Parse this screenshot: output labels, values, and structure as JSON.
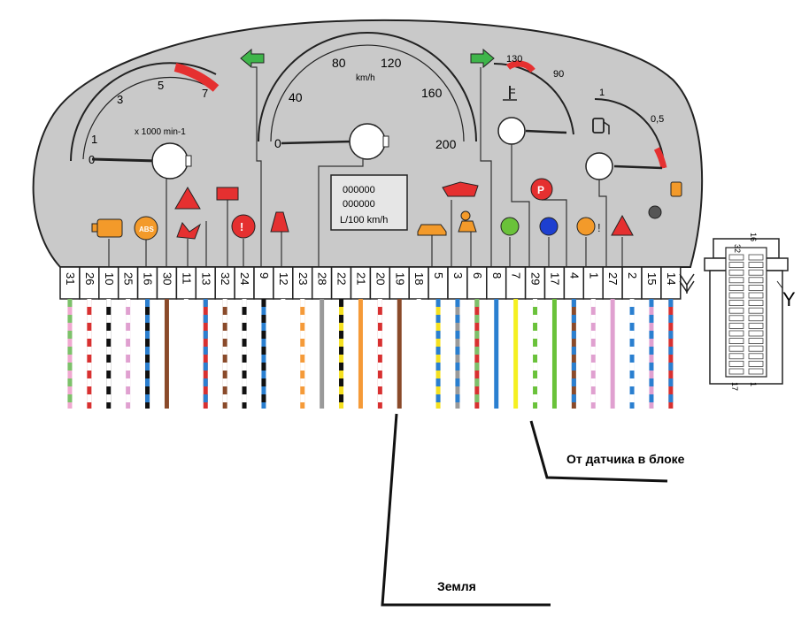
{
  "colors": {
    "panel": "#c9c9c9",
    "outline": "#222222",
    "redzone": "#e53030",
    "arrow_green": "#3fb54a"
  },
  "tachometer": {
    "ticks": [
      "0",
      "1",
      "3",
      "5",
      "7"
    ],
    "unit": "x 1000 min-1"
  },
  "speedometer": {
    "ticks": [
      "0",
      "40",
      "80",
      "120",
      "160",
      "200"
    ],
    "unit": "km/h"
  },
  "temperature": {
    "ticks": [
      "130",
      "90"
    ]
  },
  "fuel": {
    "ticks": [
      "1",
      "0,5"
    ]
  },
  "display": {
    "lines": [
      "000000",
      "000000",
      "L/100 km/h"
    ]
  },
  "pins": [
    "31",
    "26",
    "10",
    "25",
    "16",
    "30",
    "11",
    "13",
    "32",
    "24",
    "9",
    "12",
    "23",
    "28",
    "22",
    "21",
    "20",
    "19",
    "18",
    "5",
    "3",
    "6",
    "8",
    "7",
    "29",
    "17",
    "4",
    "1",
    "27",
    "2",
    "15",
    "14"
  ],
  "wires": [
    {
      "c1": "#f0a8d0",
      "c2": "#7cc16a"
    },
    {
      "c1": "#d83030",
      "c2": "#ffffff"
    },
    {
      "c1": "#111111",
      "c2": "#ffffff"
    },
    {
      "c1": "#e0a0d0",
      "c2": "#ffffff"
    },
    {
      "c1": "#111111",
      "c2": "#2a7fd0"
    },
    {
      "c1": "#8a4a2a",
      "c2": "#8a4a2a"
    },
    {
      "c1": "#ffffff",
      "c2": "#ffffff"
    },
    {
      "c1": "#d83030",
      "c2": "#2a7fd0"
    },
    {
      "c1": "#8a4a2a",
      "c2": "#ffffff"
    },
    {
      "c1": "#111111",
      "c2": "#ffffff"
    },
    {
      "c1": "#2a7fd0",
      "c2": "#111111"
    },
    {
      "c1": "#ffffff",
      "c2": "#ffffff"
    },
    {
      "c1": "#f59a38",
      "c2": "#ffffff"
    },
    {
      "c1": "#9a9a9a",
      "c2": "#9a9a9a"
    },
    {
      "c1": "#f5e020",
      "c2": "#111111"
    },
    {
      "c1": "#f59a38",
      "c2": "#f59a38"
    },
    {
      "c1": "#d83030",
      "c2": "#ffffff"
    },
    {
      "c1": "#8a4a2a",
      "c2": "#8a4a2a"
    },
    {
      "c1": "#ffffff",
      "c2": "#ffffff"
    },
    {
      "c1": "#f5e020",
      "c2": "#2a7fd0"
    },
    {
      "c1": "#9a9a9a",
      "c2": "#2a7fd0"
    },
    {
      "c1": "#d83030",
      "c2": "#7cc16a"
    },
    {
      "c1": "#2a7fd0",
      "c2": "#2a7fd0"
    },
    {
      "c1": "#f5f020",
      "c2": "#f5f020"
    },
    {
      "c1": "#6ac23a",
      "c2": "#ffffff"
    },
    {
      "c1": "#6ac23a",
      "c2": "#6ac23a"
    },
    {
      "c1": "#8a4a2a",
      "c2": "#2a7fd0"
    },
    {
      "c1": "#e0a0d0",
      "c2": "#ffffff"
    },
    {
      "c1": "#e0a0d0",
      "c2": "#e0a0d0"
    },
    {
      "c1": "#2a7fd0",
      "c2": "#ffffff"
    },
    {
      "c1": "#e0a0d0",
      "c2": "#2a7fd0"
    },
    {
      "c1": "#d83030",
      "c2": "#2a7fd0"
    }
  ],
  "connector": {
    "top_left": "32",
    "top_right": "16",
    "bottom_left": "17",
    "bottom_right": "1",
    "label": "Y"
  },
  "annotations": {
    "sensor": "От датчика в блоке",
    "ground": "Земля"
  },
  "icons": [
    "check-engine",
    "abs",
    "warning-triangle",
    "battery",
    "brake-warning",
    "oil-level",
    "seatbelt",
    "car",
    "oil-can",
    "airbag",
    "light-bulb",
    "parking-brake",
    "high-beam",
    "steering-warning",
    "hazard",
    "fuel-pump",
    "indicator-dot"
  ]
}
